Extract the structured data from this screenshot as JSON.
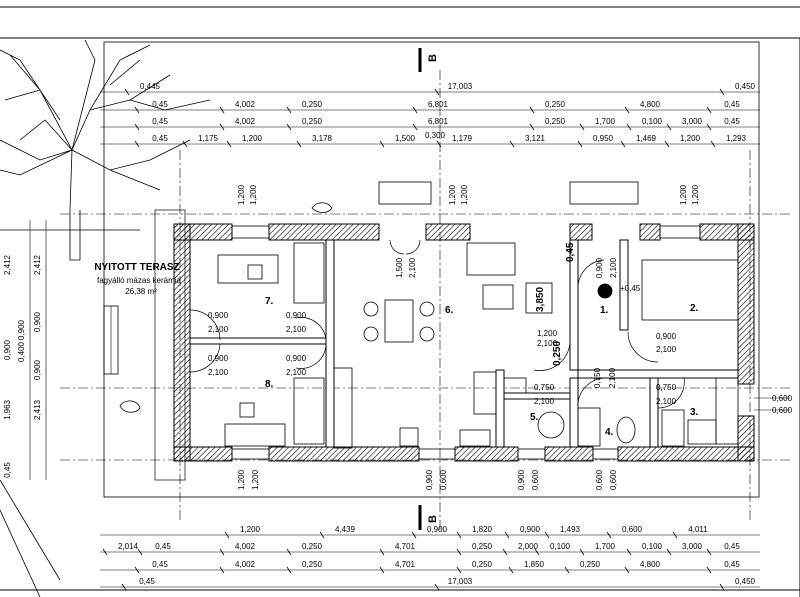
{
  "section_marks": {
    "top": "B",
    "bottom": "B"
  },
  "terrace": {
    "title": "NYITOTT TERASZ",
    "material": "fagyálló mázas kerámia",
    "area": "26,38 m²"
  },
  "rooms": [
    "1.",
    "2.",
    "3.",
    "4.",
    "5.",
    "6.",
    "7.",
    "8."
  ],
  "level_marker": "+0,45",
  "dim_rows_top": [
    [
      "0,445",
      "17,003",
      "0,450"
    ],
    [
      "0,45",
      "4,002",
      "0,250",
      "6,801",
      "0,250",
      "4,800",
      "0,45"
    ],
    [
      "0,45",
      "4,002",
      "0,250",
      "6,801",
      "0,250",
      "1,700",
      "0,100",
      "3,000",
      "0,45"
    ],
    [
      "0,45",
      "1,175",
      "1,200",
      "3,178",
      "1,500",
      "1,179",
      "3,121",
      "0,950",
      "1,469",
      "1,200",
      "1,293"
    ]
  ],
  "dim_extra_top": "0,300",
  "dim_rows_bottom": [
    [
      "1,200",
      "4,439",
      "0,900",
      "1,820",
      "0,900",
      "1,493",
      "0,600",
      "4,011"
    ],
    [
      "2,014",
      "0,45",
      "4,002",
      "0,250",
      "4,701",
      "0,250",
      "2,000",
      "0,100",
      "1,700",
      "0,100",
      "3,000",
      "0,45"
    ],
    [
      "0,45",
      "4,002",
      "0,250",
      "4,701",
      "0,250",
      "1,850",
      "0,250",
      "4,800",
      "0,45"
    ],
    [
      "0,45",
      "17,003",
      "0,450"
    ]
  ],
  "dim_left_outer": [
    "2,412",
    "0,900",
    "1,963",
    "0,45"
  ],
  "dim_left_inner": [
    "2,412",
    "0,900",
    "0,900",
    "2,413"
  ],
  "dim_left_stack": [
    "0,900",
    "0,400"
  ],
  "dim_right": [
    "0,600",
    "0,600"
  ],
  "opening_dims": {
    "top_pairs": [
      "1,200",
      "1,200",
      "1,200",
      "1,200",
      "1,200",
      "1,200"
    ],
    "bottom_pairs": [
      "1,200",
      "1,200",
      "0,900",
      "0,600",
      "0,900",
      "0,600",
      "0,600",
      "0,600"
    ],
    "door_7": [
      "0,900",
      "2,100"
    ],
    "door_7b": [
      "0,900",
      "2,100"
    ],
    "door_8": [
      "0,900",
      "2,100"
    ],
    "door_8b": [
      "0,900",
      "2,100"
    ],
    "door_6a": [
      "1,500",
      "2,100"
    ],
    "door_1": [
      "0,900",
      "2,100"
    ],
    "door_1b": [
      "1,200",
      "2,100"
    ],
    "door_2": [
      "0,900",
      "2,100"
    ],
    "door_5": [
      "0,750",
      "2,100"
    ],
    "door_4": [
      "0,750",
      "2,100"
    ],
    "door_3": [
      "0,750",
      "2,100"
    ],
    "kitchen_a": "3,850",
    "kitchen_b": "0,45",
    "kitchen_c": "0,250"
  }
}
